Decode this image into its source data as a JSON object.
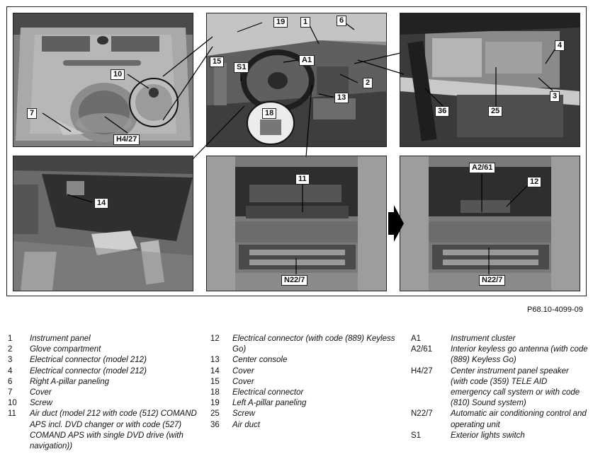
{
  "figure": {
    "reference": "P68.10-4099-09",
    "callouts": {
      "p1": [
        "10",
        "7",
        "H4/27"
      ],
      "p2": [
        "19",
        "1",
        "6",
        "15",
        "S1",
        "A1",
        "2",
        "13",
        "18"
      ],
      "p3": [
        "4",
        "3",
        "36",
        "25"
      ],
      "p4": [
        "14"
      ],
      "p5": [
        "11",
        "N22/7"
      ],
      "p6": [
        "A2/61",
        "12",
        "N22/7"
      ]
    }
  },
  "legend": {
    "col1": [
      {
        "key": "1",
        "text": "Instrument panel"
      },
      {
        "key": "2",
        "text": "Glove compartment"
      },
      {
        "key": "3",
        "text": "Electrical connector (model 212)"
      },
      {
        "key": "4",
        "text": "Electrical connector (model 212)"
      },
      {
        "key": "6",
        "text": "Right A-pillar paneling"
      },
      {
        "key": "7",
        "text": "Cover"
      },
      {
        "key": "10",
        "text": "Screw"
      },
      {
        "key": "11",
        "text": "Air duct (model 212 with code (512) COMAND APS incl. DVD changer or with code (527) COMAND APS with single DVD drive (with navigation))"
      }
    ],
    "col2": [
      {
        "key": "12",
        "text": "Electrical connector (with code (889) Keyless Go)"
      },
      {
        "key": "13",
        "text": "Center console"
      },
      {
        "key": "14",
        "text": "Cover"
      },
      {
        "key": "15",
        "text": "Cover"
      },
      {
        "key": "18",
        "text": "Electrical connector"
      },
      {
        "key": "19",
        "text": "Left A-pillar paneling"
      },
      {
        "key": "25",
        "text": "Screw"
      },
      {
        "key": "36",
        "text": "Air duct"
      }
    ],
    "col3": [
      {
        "key": "A1",
        "text": "Instrument cluster"
      },
      {
        "key": "A2/61",
        "text": "Interior keyless go antenna (with code (889) Keyless Go)"
      },
      {
        "key": "H4/27",
        "text": "Center instrument panel speaker (with code (359) TELE AID emergency call system or with code (810) Sound system)"
      },
      {
        "key": "N22/7",
        "text": "Automatic air conditioning control and operating unit"
      },
      {
        "key": "S1",
        "text": "Exterior lights switch"
      }
    ]
  }
}
